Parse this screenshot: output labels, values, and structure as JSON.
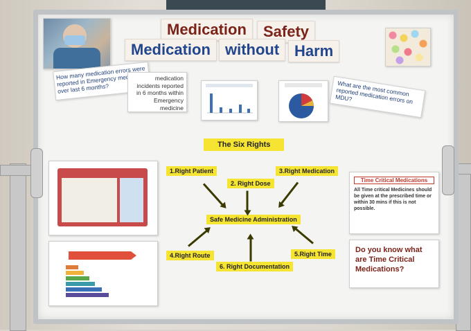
{
  "title_line1": [
    "Medication",
    "Safety"
  ],
  "title_line2": [
    "Medication",
    "without",
    "Harm"
  ],
  "question_errors": "How many medication errors were reported in Emergency medicine over last 6 months?",
  "incidents_card": "medication incidents reported in 6 months within Emergency medicine",
  "question_common": "What are the most common reported medication errors on MDU?",
  "six_rights_title": "The Six Rights",
  "rights": {
    "patient": "1.Right Patient",
    "dose": "2. Right Dose",
    "medication": "3.Right Medication",
    "route": "4.Right Route",
    "documentation": "6. Right Documentation",
    "time": "5.Right Time"
  },
  "center_label": "Safe Medicine Administration",
  "time_critical": {
    "title": "Time Critical Medications",
    "body": "All Time critical Medicines should be given at the prescribed time or within 30 mins if this is not possible."
  },
  "question_time_critical": "Do you know what are Time Critical Medications?",
  "colors": {
    "title_red": "#7a2318",
    "title_blue": "#22468c",
    "highlight_yellow": "#f6e432",
    "tc_title_red": "#c0392b"
  }
}
